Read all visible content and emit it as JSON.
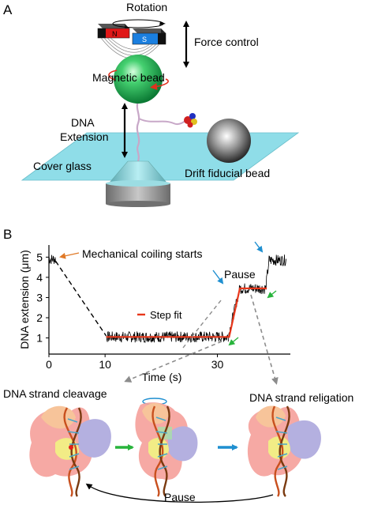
{
  "panel_a": {
    "panel_label": "A",
    "rotation": "Rotation",
    "force_control": "Force control",
    "magnet_north": "N",
    "magnet_south": "S",
    "magnetic_bead": "Magnetic bead",
    "dna_extension_line1": "DNA",
    "dna_extension_line2": "Extension",
    "cover_glass": "Cover glass",
    "drift_fiducial_bead": "Drift fiducial bead"
  },
  "panel_b": {
    "panel_label": "B",
    "mechanical_coiling": "Mechanical coiling starts",
    "pause": "Pause",
    "step_fit_legend": "Step fit",
    "strand_cleavage": "DNA strand cleavage",
    "strand_religation": "DNA strand religation",
    "bottom_pause": "Pause"
  },
  "colors": {
    "trace": "#000000",
    "step_fit": "#e8371b",
    "annotation_orange": "#e07a28",
    "arrow_blue": "#1f8fd0",
    "arrow_green": "#28b43c",
    "cover_glass": "#8fdde8",
    "magnetic_bead": "#22bb55"
  },
  "chart_data": {
    "type": "line",
    "xlabel": "Time (s)",
    "ylabel": "DNA extension (μm)",
    "xlim": [
      0,
      43
    ],
    "ylim": [
      0.2,
      5.6
    ],
    "x_ticks": [
      0,
      10,
      30
    ],
    "y_ticks": [
      1,
      2,
      3,
      4,
      5
    ],
    "series": [
      {
        "name": "Step fit",
        "x": [
          10.2,
          31.9,
          32.1,
          34.0,
          34.2,
          38.6,
          38.8
        ],
        "y": [
          1.05,
          1.05,
          1.05,
          3.45,
          3.45,
          3.45,
          3.45
        ]
      }
    ],
    "trace_segments": [
      {
        "x_start": 0.0,
        "x_end": 1.2,
        "level": 4.9
      },
      {
        "x_start": 10.2,
        "x_end": 31.9,
        "level": 1.05
      },
      {
        "x_start": 31.9,
        "x_end": 34.0,
        "level_from": 1.05,
        "level_to": 3.45
      },
      {
        "x_start": 34.0,
        "x_end": 38.6,
        "level": 3.45
      },
      {
        "x_start": 38.6,
        "x_end": 39.2,
        "level_from": 3.45,
        "level_to": 4.85
      },
      {
        "x_start": 39.2,
        "x_end": 42.3,
        "level": 4.85
      }
    ]
  }
}
